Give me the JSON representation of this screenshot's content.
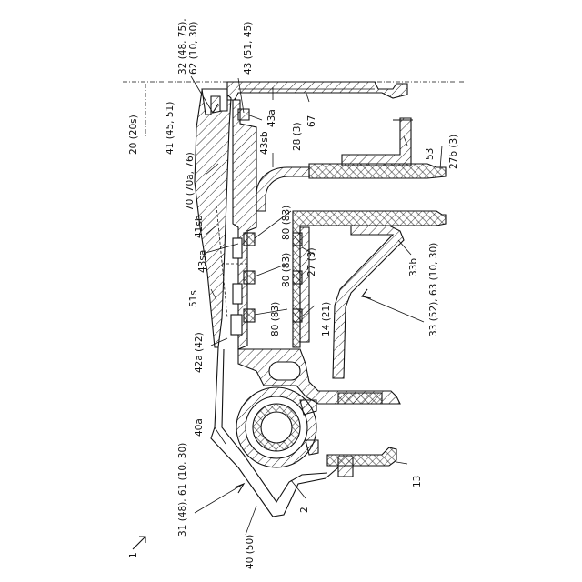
{
  "figure": {
    "labels": {
      "l32": "32 (48, 75),",
      "l62": "62 (10, 30)",
      "l43": "43 (51, 45)",
      "l20": "20 (20s)",
      "l41": "41 (45, 51)",
      "l43a": "43a",
      "l67": "67",
      "l43sb": "43sb",
      "l28": "28 (3)",
      "l70": "70 (70a, 76)",
      "l53": "53",
      "l27b": "27b (3)",
      "l41sb": "41sb",
      "l80a": "80 (83)",
      "l43sa": "43sa",
      "l80b": "80 (83)",
      "l27": "27 (3)",
      "l33b": "33b",
      "l51s": "51s",
      "l80c": "80 (83)",
      "l14": "14 (21)",
      "l33": "33 (52), 63 (10, 30)",
      "l42a": "42a (42)",
      "l40a": "40a",
      "l31": "31 (48), 61 (10, 30)",
      "l13": "13",
      "l2": "2",
      "l40": "40 (50)",
      "l1": "1"
    }
  }
}
